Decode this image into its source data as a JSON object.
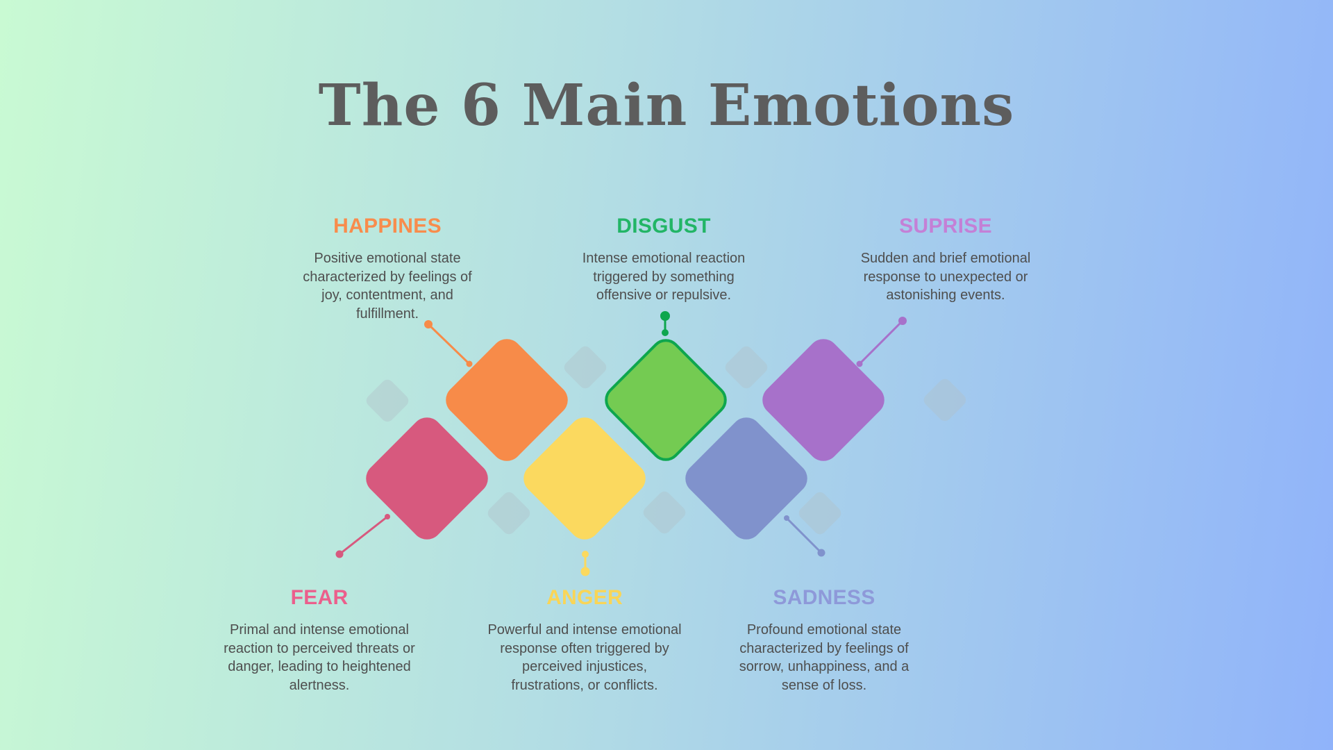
{
  "title": "The 6 Main Emotions",
  "title_color": "#5d5d5d",
  "background": {
    "gradient_left": "#c9fad3",
    "gradient_mid": "#b4dfe3",
    "gradient_right": "#90b3fa"
  },
  "emotions": [
    {
      "id": "happiness",
      "label": "HAPPINES",
      "label_color": "#f88c4c",
      "diamond_color": "#f78b49",
      "connector_color": "#f78b49",
      "description": "Positive emotional state\ncharacterized by feelings of\njoy, contentment, and\nfulfillment."
    },
    {
      "id": "disgust",
      "label": "DISGUST",
      "label_color": "#22b566",
      "diamond_color": "#74cb52",
      "diamond_border_color": "#0ea64e",
      "connector_color": "#0ea64e",
      "description": "Intense emotional reaction\ntriggered by something\noffensive or repulsive."
    },
    {
      "id": "surprise",
      "label": "SUPRISE",
      "label_color": "#c480d6",
      "diamond_color": "#a771ca",
      "connector_color": "#a771ca",
      "description": "Sudden and brief emotional\nresponse to unexpected or\nastonishing events."
    },
    {
      "id": "fear",
      "label": "FEAR",
      "label_color": "#eb5f8c",
      "diamond_color": "#d7597e",
      "connector_color": "#d7597e",
      "description": "Primal and intense emotional\nreaction to perceived threats or\ndanger, leading to heightened\nalertness."
    },
    {
      "id": "anger",
      "label": "ANGER",
      "label_color": "#f9d557",
      "diamond_color": "#fbd95f",
      "connector_color": "#fbd95f",
      "description": "Powerful and intense emotional\nresponse often triggered by\nperceived injustices,\nfrustrations, or conflicts."
    },
    {
      "id": "sadness",
      "label": "SADNESS",
      "label_color": "#8e99d9",
      "diamond_color": "#8092cc",
      "connector_color": "#8092cc",
      "description": "Profound emotional state\ncharacterized by feelings of\nsorrow, unhappiness, and a\nsense of loss."
    }
  ]
}
